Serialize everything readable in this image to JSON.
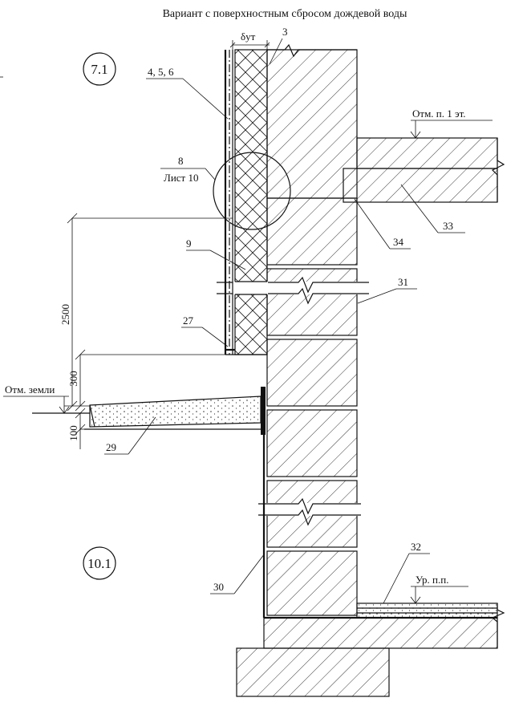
{
  "title": "Вариант с поверхностным сбросом дождевой воды",
  "callouts": {
    "c71": "7.1",
    "c101": "10.1"
  },
  "labels": {
    "l456": "4, 5, 6",
    "l3": "3",
    "delta": "δут",
    "l8": "8",
    "list10": "Лист 10",
    "l9": "9",
    "l27": "27",
    "l29": "29",
    "l30": "30",
    "l31": "31",
    "l32": "32",
    "l33": "33",
    "l34": "34",
    "otm_floor": "Отм. п. 1 эт.",
    "otm_ground": "Отм. земли",
    "ur_pp": "Ур. п.п.",
    "dim2500": "2500",
    "dim300": "300",
    "dim100": "100"
  }
}
